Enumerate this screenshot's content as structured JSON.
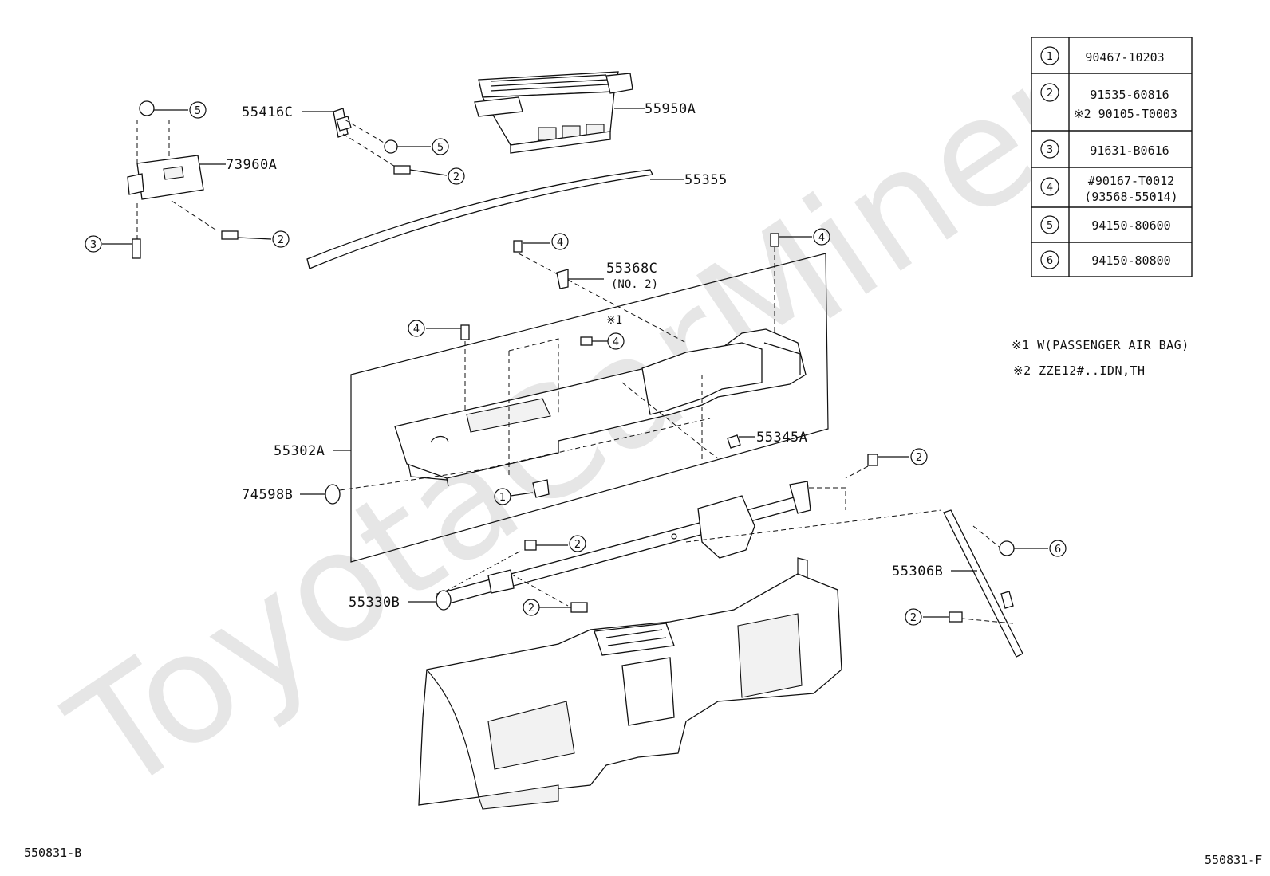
{
  "watermark": "ToyotaCarMiner",
  "parts": {
    "p55416C": "55416C",
    "p55950A": "55950A",
    "p73960A": "73960A",
    "p55355": "55355",
    "p55368C": "55368C",
    "p55368C_sub": "(NO. 2)",
    "note_mark_1": "※1",
    "p55302A": "55302A",
    "p55345A": "55345A",
    "p74598B": "74598B",
    "p55306B": "55306B",
    "p55330B": "55330B"
  },
  "callouts": {
    "c1": "1",
    "c2": "2",
    "c3": "3",
    "c4": "4",
    "c5": "5",
    "c6": "6"
  },
  "legend": {
    "rows": [
      {
        "num": "1",
        "lines": [
          "90467-10203"
        ]
      },
      {
        "num": "2",
        "lines": [
          "91535-60816",
          "※2 90105-T0003"
        ]
      },
      {
        "num": "3",
        "lines": [
          "91631-B0616"
        ]
      },
      {
        "num": "4",
        "lines": [
          "#90167-T0012",
          "(93568-55014)"
        ]
      },
      {
        "num": "5",
        "lines": [
          "94150-80600"
        ]
      },
      {
        "num": "6",
        "lines": [
          "94150-80800"
        ]
      }
    ]
  },
  "notes": {
    "n1": "※1 W(PASSENGER AIR BAG)",
    "n2": "※2  ZZE12#..IDN,TH"
  },
  "footer": {
    "left_ref": "550831-B",
    "right_ref": "550831-F"
  }
}
